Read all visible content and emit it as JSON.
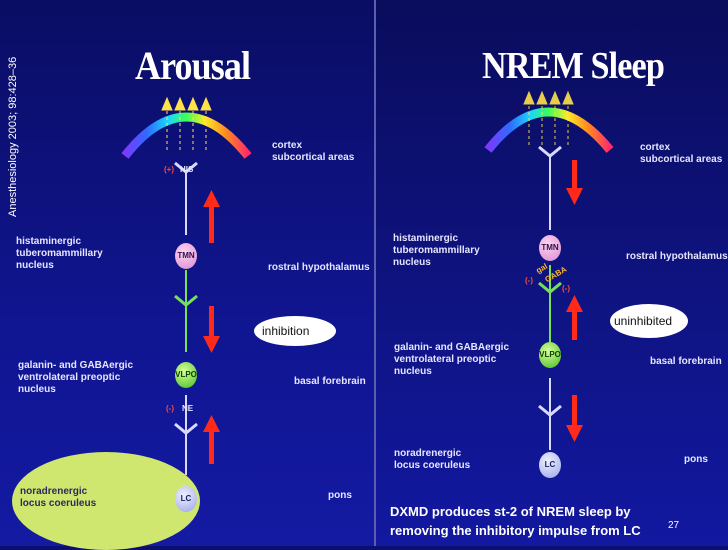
{
  "citation": "Anesthesiology 2003; 98:428–36",
  "left_panel": {
    "title": "Arousal",
    "labels": {
      "cortex": "cortex",
      "subcortical": "subcortical areas",
      "histaminergic": "histaminergic",
      "tuberomammillary": "tuberomammillary",
      "nucleus1": "nucleus",
      "rostral": "rostral hypothalamus",
      "galanin": "galanin- and GABAergic",
      "ventrolateral": "ventrolateral preoptic",
      "nucleus2": "nucleus",
      "basal": "basal forebrain",
      "noradrenergic": "noradrenergic",
      "locus": "locus coeruleus",
      "pons": "pons"
    },
    "his": "HIS",
    "plus": "(+)",
    "minus": "(-)",
    "ne": "NE",
    "nodes": {
      "tmn": "TMN",
      "vlpo": "VLPO",
      "lc": "LC"
    }
  },
  "right_panel": {
    "title": "NREM Sleep",
    "labels": {
      "cortex": "cortex",
      "subcortical": "subcortical areas",
      "histaminergic": "histaminergic",
      "tuberomammillary": "tuberomammillary",
      "nucleus1": "nucleus",
      "rostral": "rostral hypothalamus",
      "galanin": "galanin- and GABAergic",
      "ventrolateral": "ventrolateral preoptic",
      "nucleus2": "nucleus",
      "basal": "basal forebrain",
      "noradrenergic": "noradrenergic",
      "locus": "locus coeruleus",
      "pons": "pons"
    },
    "gal": "gal",
    "gaba": "GABA",
    "minus": "(-)",
    "nodes": {
      "tmn": "TMN",
      "vlpo": "VLPO",
      "lc": "LC"
    }
  },
  "ovals": {
    "inhibition": "inhibition",
    "uninhibited": "uninhibited"
  },
  "bottom_text": {
    "line1": "DXMD produces st-2 of NREM sleep by",
    "line2": "removing the inhibitory impulse from LC"
  },
  "page_number": "27",
  "colors": {
    "background": "#0c0f6e",
    "arrow": "#ff2a1a",
    "highlight": "#cfe76f"
  }
}
